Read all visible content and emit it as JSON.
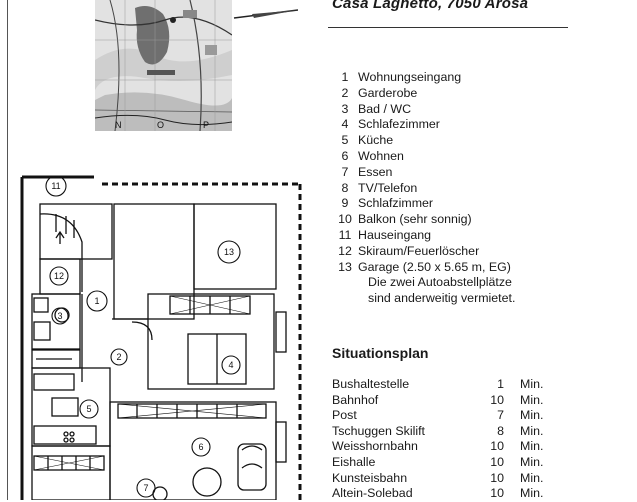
{
  "address": "Casa Laghetto, 7050 Arosa",
  "map": {
    "letters": [
      "N",
      "O",
      "P"
    ]
  },
  "legend": [
    {
      "num": "1",
      "label": "Wohnungseingang"
    },
    {
      "num": "2",
      "label": "Garderobe"
    },
    {
      "num": "3",
      "label": "Bad / WC"
    },
    {
      "num": "4",
      "label": "Schlafezimmer"
    },
    {
      "num": "5",
      "label": "Küche"
    },
    {
      "num": "6",
      "label": "Wohnen"
    },
    {
      "num": "7",
      "label": "Essen"
    },
    {
      "num": "8",
      "label": "TV/Telefon"
    },
    {
      "num": "9",
      "label": "Schlafzimmer"
    },
    {
      "num": "10",
      "label": "Balkon (sehr sonnig)"
    },
    {
      "num": "11",
      "label": "Hauseingang"
    },
    {
      "num": "12",
      "label": "Skiraum/Feuerlöscher"
    },
    {
      "num": "13",
      "label": "Garage (2.50 x 5.65 m, EG)"
    }
  ],
  "legend_note": [
    "Die zwei Autoabstellplätze",
    "sind anderweitig vermietet."
  ],
  "situation": {
    "title": "Situationsplan",
    "unit": "Min.",
    "rows": [
      {
        "name": "Bushaltestelle",
        "minutes": "1"
      },
      {
        "name": "Bahnhof",
        "minutes": "10"
      },
      {
        "name": "Post",
        "minutes": "7"
      },
      {
        "name": "Tschuggen Skilift",
        "minutes": "8"
      },
      {
        "name": "Weisshornbahn",
        "minutes": "10"
      },
      {
        "name": "Eishalle",
        "minutes": "10"
      },
      {
        "name": "Kunsteisbahn",
        "minutes": "10"
      },
      {
        "name": "Altein-Solebad",
        "minutes": "10"
      }
    ]
  },
  "plan_labels": [
    "11",
    "1",
    "2",
    "3",
    "4",
    "5",
    "6",
    "7",
    "12",
    "13"
  ]
}
